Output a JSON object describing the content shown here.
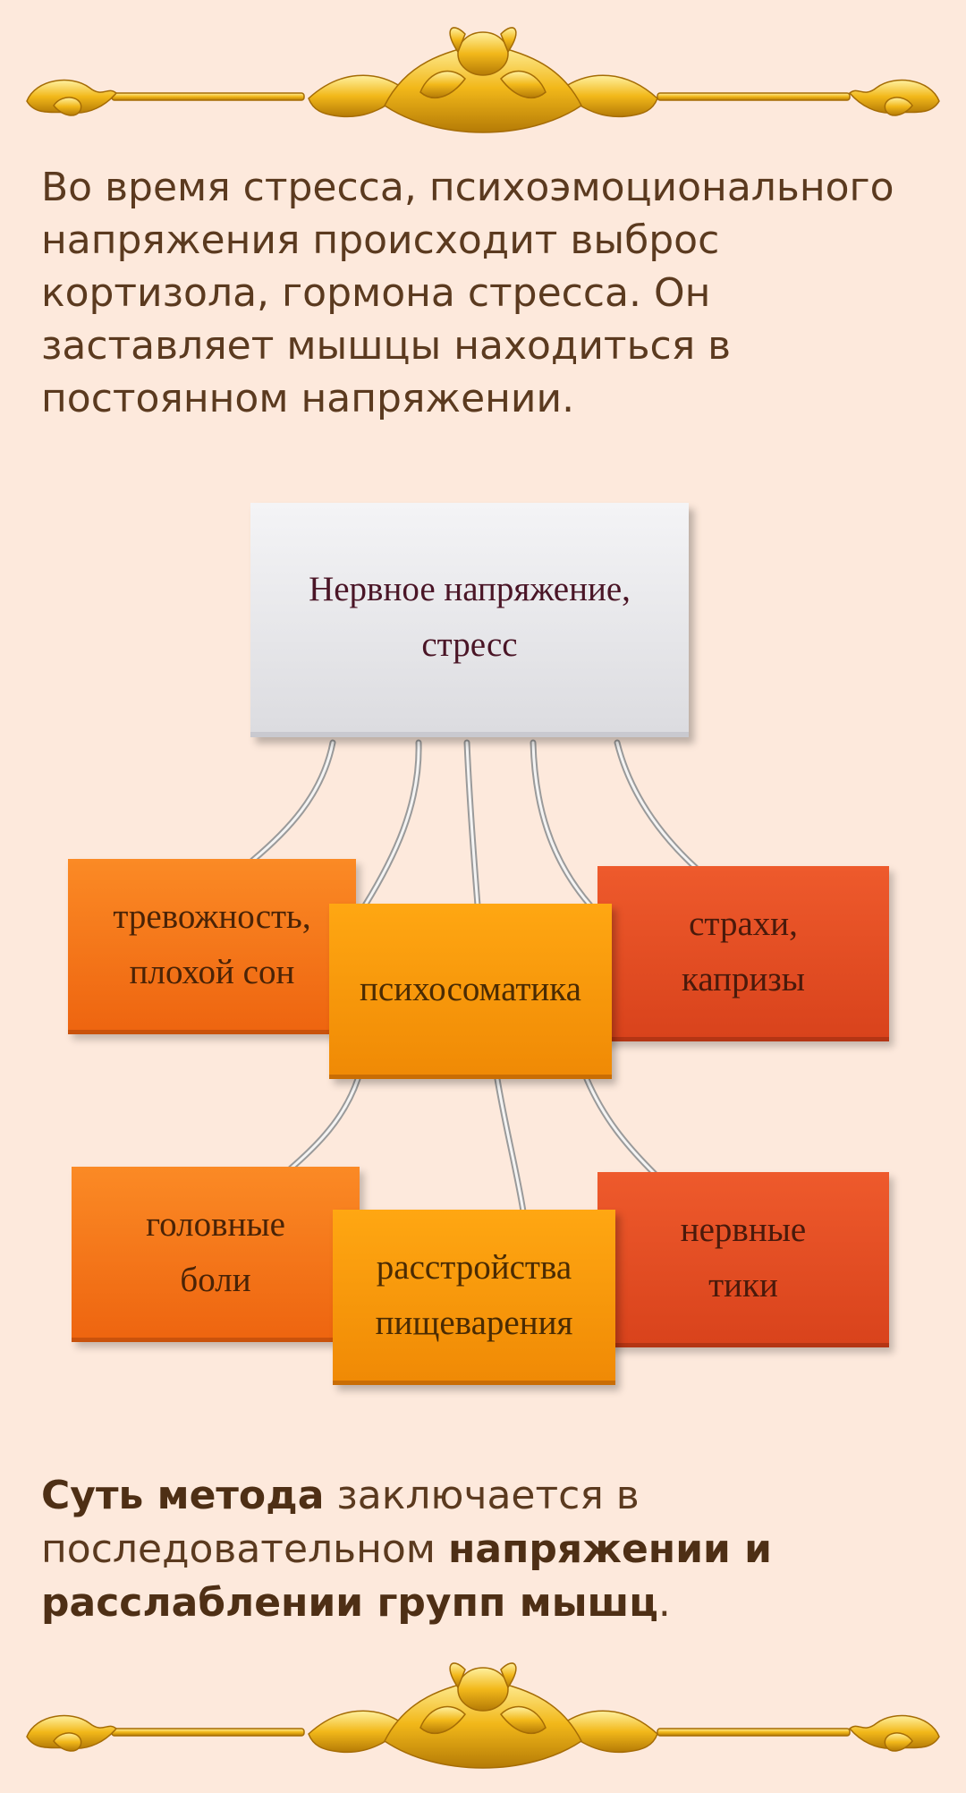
{
  "intro_text": "Во время стресса, психоэмоционального напряжения происходит выброс кортизола, гормона стресса. Он заставляет мышцы находиться в постоянном напряжении.",
  "diagram": {
    "root": "Нервное напряжение,\nстресс",
    "nodes": {
      "anxiety": "тревожность,\nплохой сон",
      "psychosomatics": "психосоматика",
      "fears": "страхи,\nкапризы",
      "headaches": "головные\nболи",
      "digestion": "расстройства\nпищеварения",
      "tics": "нервные\nтики"
    }
  },
  "summary": {
    "bold1": "Суть метода",
    "text1": " заключается в последовательном ",
    "bold2": "напряжении и расслаблении групп мышц",
    "text2": "."
  },
  "colors": {
    "background": "#fde9dc",
    "text": "#5b3a1f",
    "root_box": "#e9e9ec",
    "orange_box": "#f6781a",
    "red_box": "#e44f24",
    "amber_box": "#fb9a0c",
    "connector": "#9a9a9a",
    "ornament_gold": "#f2b81a"
  },
  "icons": [
    "gold-ornament-divider-icon"
  ]
}
